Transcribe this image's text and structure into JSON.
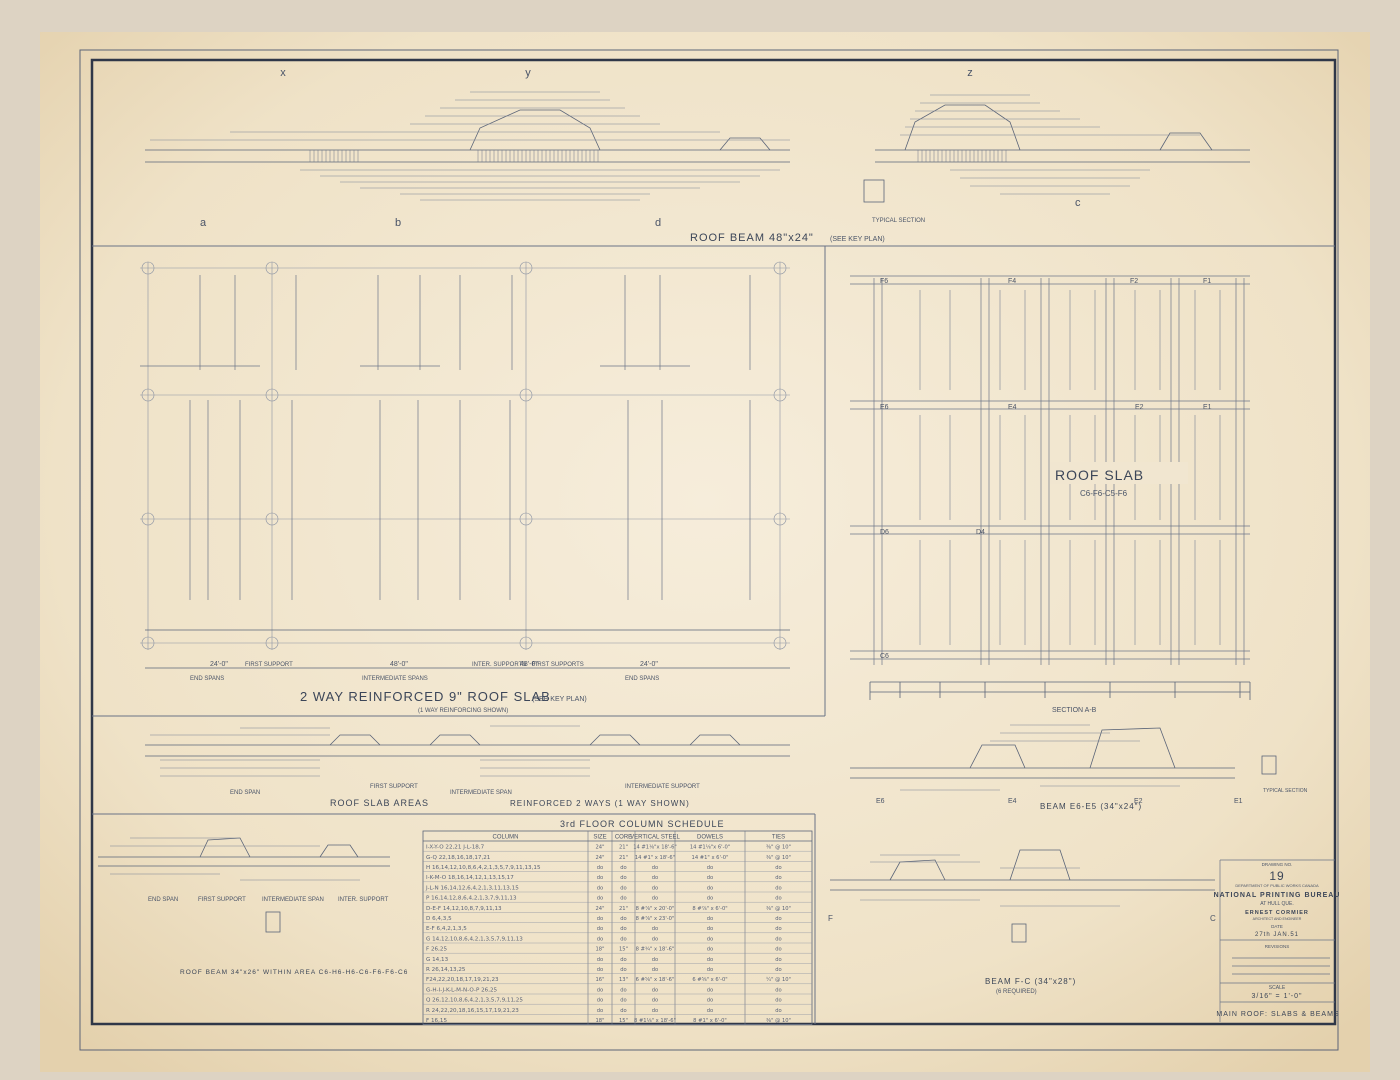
{
  "roof_beam": {
    "title": "ROOF   BEAM  48\"x24\"",
    "subtitle": "(SEE KEY PLAN)",
    "grid_top": [
      "x",
      "y",
      "z"
    ],
    "grid_bottom": [
      "a",
      "b",
      "d",
      "c"
    ],
    "typical_section": "TYPICAL SECTION"
  },
  "two_way_slab": {
    "title": "2 WAY REINFORCED 9\" ROOF SLAB",
    "subtitle": "(SEE KEY PLAN)",
    "note": "(1 WAY REINFORCING SHOWN)",
    "span_labels": [
      "END SPANS",
      "FIRST SUPPORT",
      "INTERMEDIATE SPANS",
      "INTER. SUPPORTS",
      "FIRST SUPPORTS",
      "END SPANS"
    ],
    "dims": [
      "24'-0\"",
      "48'-0\"",
      "48'-0\"",
      "24'-0\""
    ]
  },
  "roof_slab": {
    "title": "ROOF SLAB",
    "subtitle": "C6-F6-C5-F6",
    "grid": [
      "F6",
      "F4",
      "F2",
      "F1",
      "E6",
      "E4",
      "E2",
      "E1",
      "D6",
      "D4",
      "C6"
    ],
    "section": "SECTION A-B"
  },
  "slab_areas": {
    "title": "ROOF SLAB AREAS",
    "title_rest": "REINFORCED 2 WAYS (1 WAY SHOWN)",
    "labels": [
      "END SPAN",
      "FIRST SUPPORT",
      "INTERMEDIATE SPAN",
      "INTERMEDIATE SUPPORT"
    ]
  },
  "beam_e6": {
    "title": "BEAM E6-E5 (34\"x24\")",
    "grid": [
      "E6",
      "E4",
      "E2",
      "E1"
    ],
    "typical": "TYPICAL SECTION"
  },
  "beam_small": {
    "labels": [
      "END SPAN",
      "FIRST SUPPORT",
      "INTERMEDIATE SPAN",
      "INTER. SUPPORT"
    ],
    "title": "ROOF BEAM 34\"x26\" WITHIN AREA C6-H6-H6-C6-F6-F6-C6"
  },
  "column_schedule": {
    "title": "3rd FLOOR COLUMN SCHEDULE",
    "headers": [
      "COLUMN",
      "SIZE",
      "CORE",
      "VERTICAL STEEL",
      "DOWELS",
      "TIES"
    ],
    "rows": [
      [
        "I-X-Y-O 22,21  J-L-18,7",
        "24\"",
        "21\"",
        "14 #1⅛\"x 18'-6\"",
        "14 #1⅛\"x 6'-0\"",
        "⅜\" @ 10\""
      ],
      [
        "G-Q 22,18,16,18,17,21",
        "24\"",
        "21\"",
        "14 #1\" x 18'-6\"",
        "14 #1\" x 6'-0\"",
        "⅜\" @ 10\""
      ],
      [
        "H 16,14,12,10,8,6,4,2,1,3,5,7,9,11,13,15",
        "do",
        "do",
        "do",
        "do",
        "do"
      ],
      [
        "I-K-M-O 18,16,14,12,1,13,15,17",
        "do",
        "do",
        "do",
        "do",
        "do"
      ],
      [
        "J-L-N 16,14,12,6,4,2,1,3,11,13,15",
        "do",
        "do",
        "do",
        "do",
        "do"
      ],
      [
        "P 16,14,12,8,6,4,2,1,3,7,9,11,13",
        "do",
        "do",
        "do",
        "do",
        "do"
      ],
      [
        "D-E-F 14,12,10,8,7,9,11,13",
        "24\"",
        "21\"",
        "8 #⅞\" x 20'-0\"",
        "8 #⅞\" x 6'-0\"",
        "⅜\" @ 10\""
      ],
      [
        "D 6,4,3,5",
        "do",
        "do",
        "8 #⅞\" x 23'-0\"",
        "do",
        "do"
      ],
      [
        "E-F 6,4,2,1,3,5",
        "do",
        "do",
        "do",
        "do",
        "do"
      ],
      [
        "G 14,12,10,8,6,4,2,1,3,5,7,9,11,13",
        "do",
        "do",
        "do",
        "do",
        "do"
      ],
      [
        "F 26,25",
        "18\"",
        "15\"",
        "8 #¾\" x 18'-6\"",
        "do",
        "do"
      ],
      [
        "G 14,13",
        "do",
        "do",
        "do",
        "do",
        "do"
      ],
      [
        "R 26,14,13,25",
        "do",
        "do",
        "do",
        "do",
        "do"
      ],
      [
        "F24,22,20,18,17,19,21,23",
        "16\"",
        "13\"",
        "6 #⅝\" x 18'-6\"",
        "6 #⅝\" x 6'-0\"",
        "¼\" @ 10\""
      ],
      [
        "G-H-I-J-K-L-M-N-O-P 26,25",
        "do",
        "do",
        "do",
        "do",
        "do"
      ],
      [
        "Q 26,12,10,8,6,4,2,1,3,5,7,9,11,25",
        "do",
        "do",
        "do",
        "do",
        "do"
      ],
      [
        "R 24,22,20,18,16,15,17,19,21,23",
        "do",
        "do",
        "do",
        "do",
        "do"
      ],
      [
        "F 16,15",
        "18\"",
        "15\"",
        "8 #1⅛\" x 18'-6\"",
        "8 #1\" x 6'-0\"",
        "⅜\" @ 10\""
      ]
    ]
  },
  "beam_fc": {
    "title": "BEAM F-C (34\"x28\")",
    "subtitle": "(6 REQUIRED)",
    "grid": [
      "F",
      "C"
    ]
  },
  "title_block": {
    "drawing_no_label": "DRAWING NO.",
    "drawing_no": "19",
    "dept": "DEPARTMENT OF PUBLIC WORKS CANADA",
    "project": "NATIONAL PRINTING BUREAU",
    "location": "AT HULL QUE.",
    "architect": "ERNEST CORMIER",
    "architect_role": "ARCHITECT AND ENGINEER",
    "date_label": "DATE",
    "date": "27th JAN.51",
    "revisions_label": "REVISIONS",
    "scale_label": "SCALE",
    "scale": "3/16\" = 1'-0\"",
    "sheet_title": "MAIN ROOF: SLABS & BEAMS"
  }
}
